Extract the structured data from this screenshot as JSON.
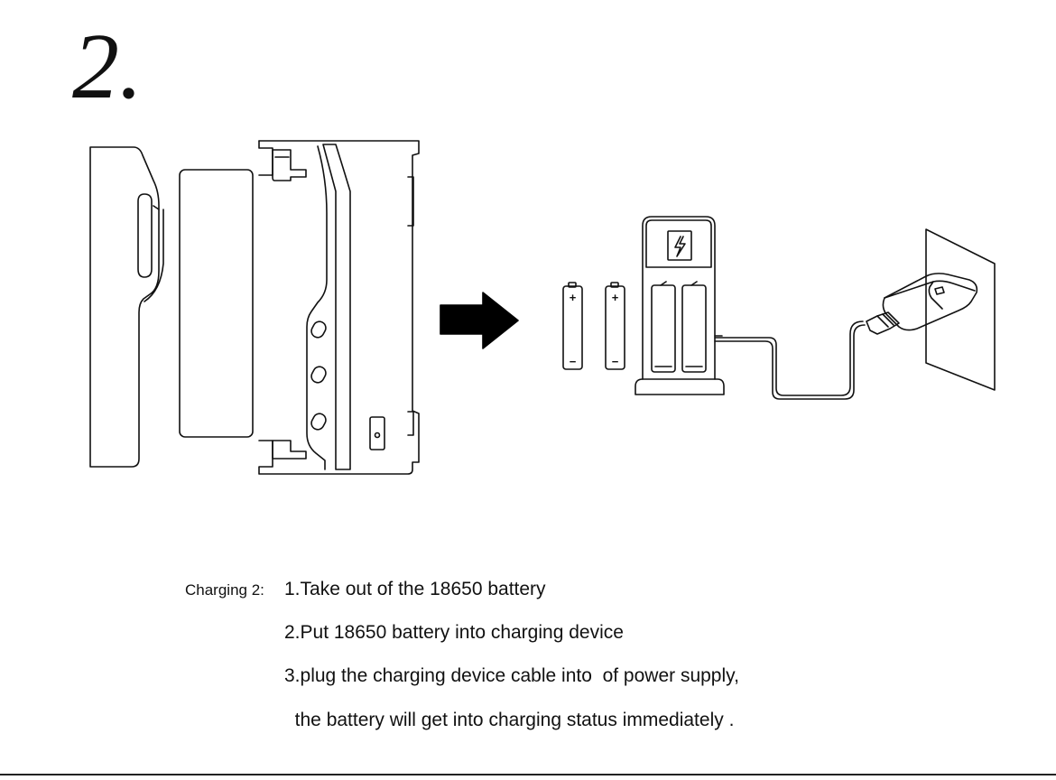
{
  "step": {
    "number": "2."
  },
  "battery": {
    "plus": "+",
    "minus": "−"
  },
  "instructions": {
    "label": "Charging 2:",
    "lines": [
      "1.Take out of the 18650 battery",
      "2.Put 18650 battery into charging device",
      "3.plug the charging device cable into  of power supply,",
      "  the battery will get into charging status immediately ."
    ]
  },
  "colors": {
    "line": "#111111",
    "arrow": "#000000",
    "background": "#ffffff"
  },
  "icons": {
    "charger_indicator": "lightning-bolt-icon",
    "arrow": "right-arrow-icon"
  }
}
